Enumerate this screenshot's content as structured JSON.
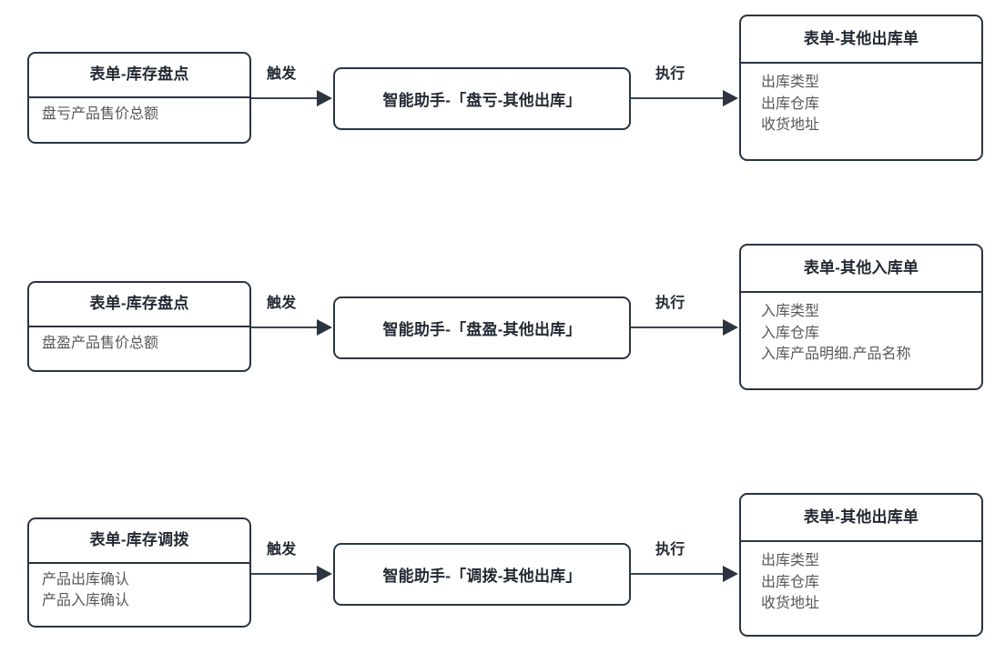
{
  "diagram": {
    "type": "flow-diagram",
    "background_color": "#ffffff",
    "border_color": "#2b3440",
    "title_text_color": "#232a33",
    "field_text_color": "#585858",
    "flows": [
      {
        "source": {
          "title": "表单-库存盘点",
          "fields": [
            "盘亏产品售价总额"
          ]
        },
        "trigger_label": "触发",
        "assistant": {
          "label": "智能助手-「盘亏-其他出库」"
        },
        "execute_label": "执行",
        "target": {
          "title": "表单-其他出库单",
          "fields": [
            "出库类型",
            "出库仓库",
            "收货地址"
          ]
        }
      },
      {
        "source": {
          "title": "表单-库存盘点",
          "fields": [
            "盘盈产品售价总额"
          ]
        },
        "trigger_label": "触发",
        "assistant": {
          "label": "智能助手-「盘盈-其他出库」"
        },
        "execute_label": "执行",
        "target": {
          "title": "表单-其他入库单",
          "fields": [
            "入库类型",
            "入库仓库",
            "入库产品明细.产品名称"
          ]
        }
      },
      {
        "source": {
          "title": "表单-库存调拨",
          "fields": [
            "产品出库确认",
            "产品入库确认"
          ]
        },
        "trigger_label": "触发",
        "assistant": {
          "label": "智能助手-「调拨-其他出库」"
        },
        "execute_label": "执行",
        "target": {
          "title": "表单-其他出库单",
          "fields": [
            "出库类型",
            "出库仓库",
            "收货地址"
          ]
        }
      }
    ]
  }
}
